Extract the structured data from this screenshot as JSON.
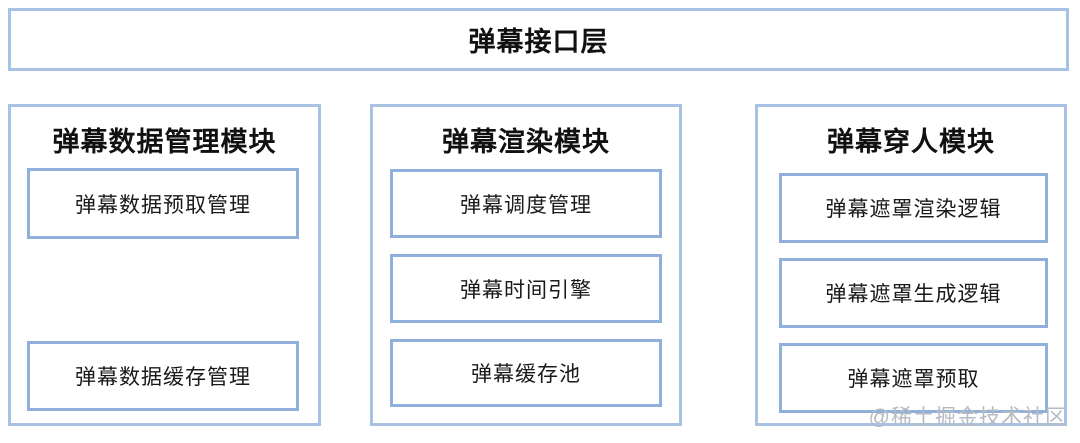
{
  "interface_layer": {
    "title": "弹幕接口层"
  },
  "modules": [
    {
      "title": "弹幕数据管理模块",
      "items": [
        "弹幕数据预取管理",
        "弹幕数据缓存管理"
      ]
    },
    {
      "title": "弹幕渲染模块",
      "items": [
        "弹幕调度管理",
        "弹幕时间引擎",
        "弹幕缓存池"
      ]
    },
    {
      "title": "弹幕穿人模块",
      "items": [
        "弹幕遮罩渲染逻辑",
        "弹幕遮罩生成逻辑",
        "弹幕遮罩预取"
      ]
    }
  ],
  "watermark": "@稀土掘金技术社区",
  "colors": {
    "outer_border": "#a8c2e4",
    "inner_border": "#8fb0da",
    "text": "#111111",
    "watermark": "#b5bac3",
    "background": "#ffffff"
  }
}
